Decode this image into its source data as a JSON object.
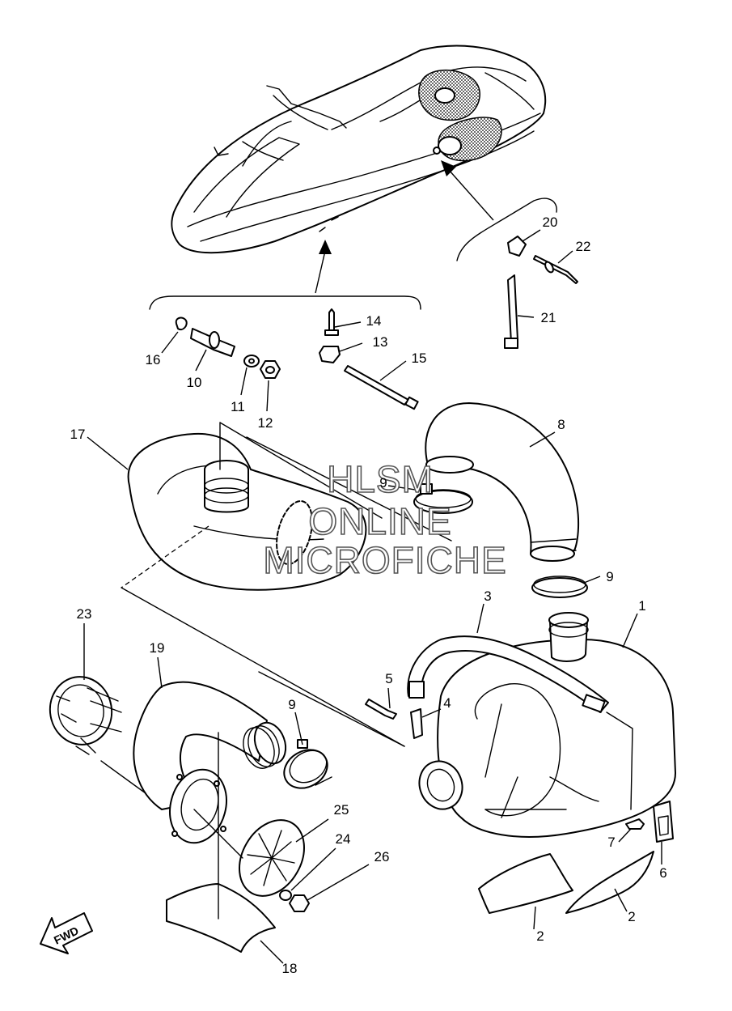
{
  "diagram": {
    "watermark": [
      "HLSM",
      "ONLINE",
      "MICROFICHE"
    ],
    "direction_label": "FWD",
    "callouts": [
      {
        "id": "c1",
        "text": "1"
      },
      {
        "id": "c2a",
        "text": "2"
      },
      {
        "id": "c2b",
        "text": "2"
      },
      {
        "id": "c3",
        "text": "3"
      },
      {
        "id": "c4",
        "text": "4"
      },
      {
        "id": "c5",
        "text": "5"
      },
      {
        "id": "c6",
        "text": "6"
      },
      {
        "id": "c7",
        "text": "7"
      },
      {
        "id": "c8",
        "text": "8"
      },
      {
        "id": "c9a",
        "text": "9"
      },
      {
        "id": "c9b",
        "text": "9"
      },
      {
        "id": "c9c",
        "text": "9"
      },
      {
        "id": "c10",
        "text": "10"
      },
      {
        "id": "c11",
        "text": "11"
      },
      {
        "id": "c12",
        "text": "12"
      },
      {
        "id": "c13",
        "text": "13"
      },
      {
        "id": "c14",
        "text": "14"
      },
      {
        "id": "c15",
        "text": "15"
      },
      {
        "id": "c16",
        "text": "16"
      },
      {
        "id": "c17",
        "text": "17"
      },
      {
        "id": "c18",
        "text": "18"
      },
      {
        "id": "c19",
        "text": "19"
      },
      {
        "id": "c20",
        "text": "20"
      },
      {
        "id": "c21",
        "text": "21"
      },
      {
        "id": "c22",
        "text": "22"
      },
      {
        "id": "c23",
        "text": "23"
      },
      {
        "id": "c24",
        "text": "24"
      },
      {
        "id": "c25",
        "text": "25"
      },
      {
        "id": "c26",
        "text": "26"
      }
    ]
  }
}
